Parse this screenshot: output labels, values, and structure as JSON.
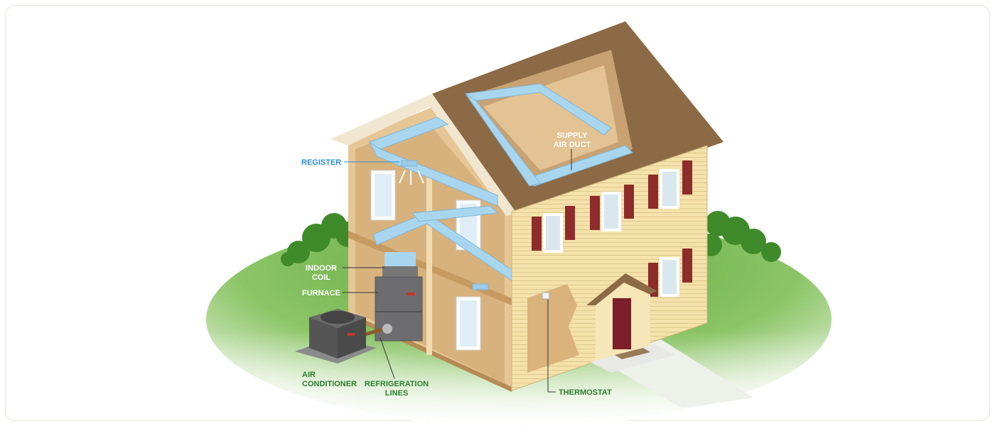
{
  "title": "Home HVAC system cutaway",
  "labels": {
    "register": "REGISTER",
    "supply_air_duct_1": "SUPPLY",
    "supply_air_duct_2": "AIR DUCT",
    "indoor_coil_1": "INDOOR",
    "indoor_coil_2": "COIL",
    "furnace": "FURNACE",
    "air_conditioner_1": "AIR",
    "air_conditioner_2": "CONDITIONER",
    "refrigeration_lines_1": "REFRIGERATION",
    "refrigeration_lines_2": "LINES",
    "thermostat": "THERMOSTAT"
  },
  "colors": {
    "label_blue": "#2a8fd0",
    "label_green": "#2e7d32",
    "duct": "#a9d6ef",
    "roof": "#8b6a45",
    "siding": "#f4e0a8",
    "shutter": "#8e2c2c",
    "lawn": "#6fb54a"
  }
}
